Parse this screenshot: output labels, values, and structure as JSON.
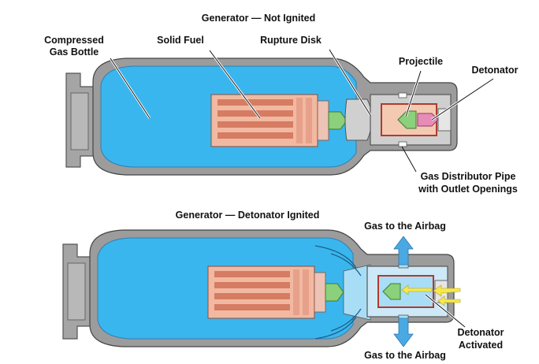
{
  "top": {
    "title": "Generator — Not Ignited",
    "labels": {
      "compressed_gas_bottle": [
        "Compressed",
        "Gas Bottle"
      ],
      "solid_fuel": "Solid Fuel",
      "rupture_disk": "Rupture Disk",
      "projectile": "Projectile",
      "detonator": "Detonator",
      "gas_distributor_pipe": [
        "Gas Distributor Pipe",
        "with Outlet Openings"
      ]
    }
  },
  "bottom": {
    "title": "Generator — Detonator Ignited",
    "labels": {
      "gas_to_airbag_top": "Gas to the Airbag",
      "gas_to_airbag_bottom": "Gas to the Airbag",
      "detonator_activated": [
        "Detonator",
        "Activated"
      ]
    }
  },
  "colors": {
    "gas": "#3ab6ee",
    "gas_light": "#a8ddf6",
    "housing": "#9c9c9c",
    "fuel": "#f2b9a2",
    "fuel_stripe": "#d57c62",
    "projectile": "#8bd07a",
    "detonator": "#e78cb8",
    "arrow_blue": "#4aa9e3",
    "flash_yellow": "#f6e94b"
  }
}
